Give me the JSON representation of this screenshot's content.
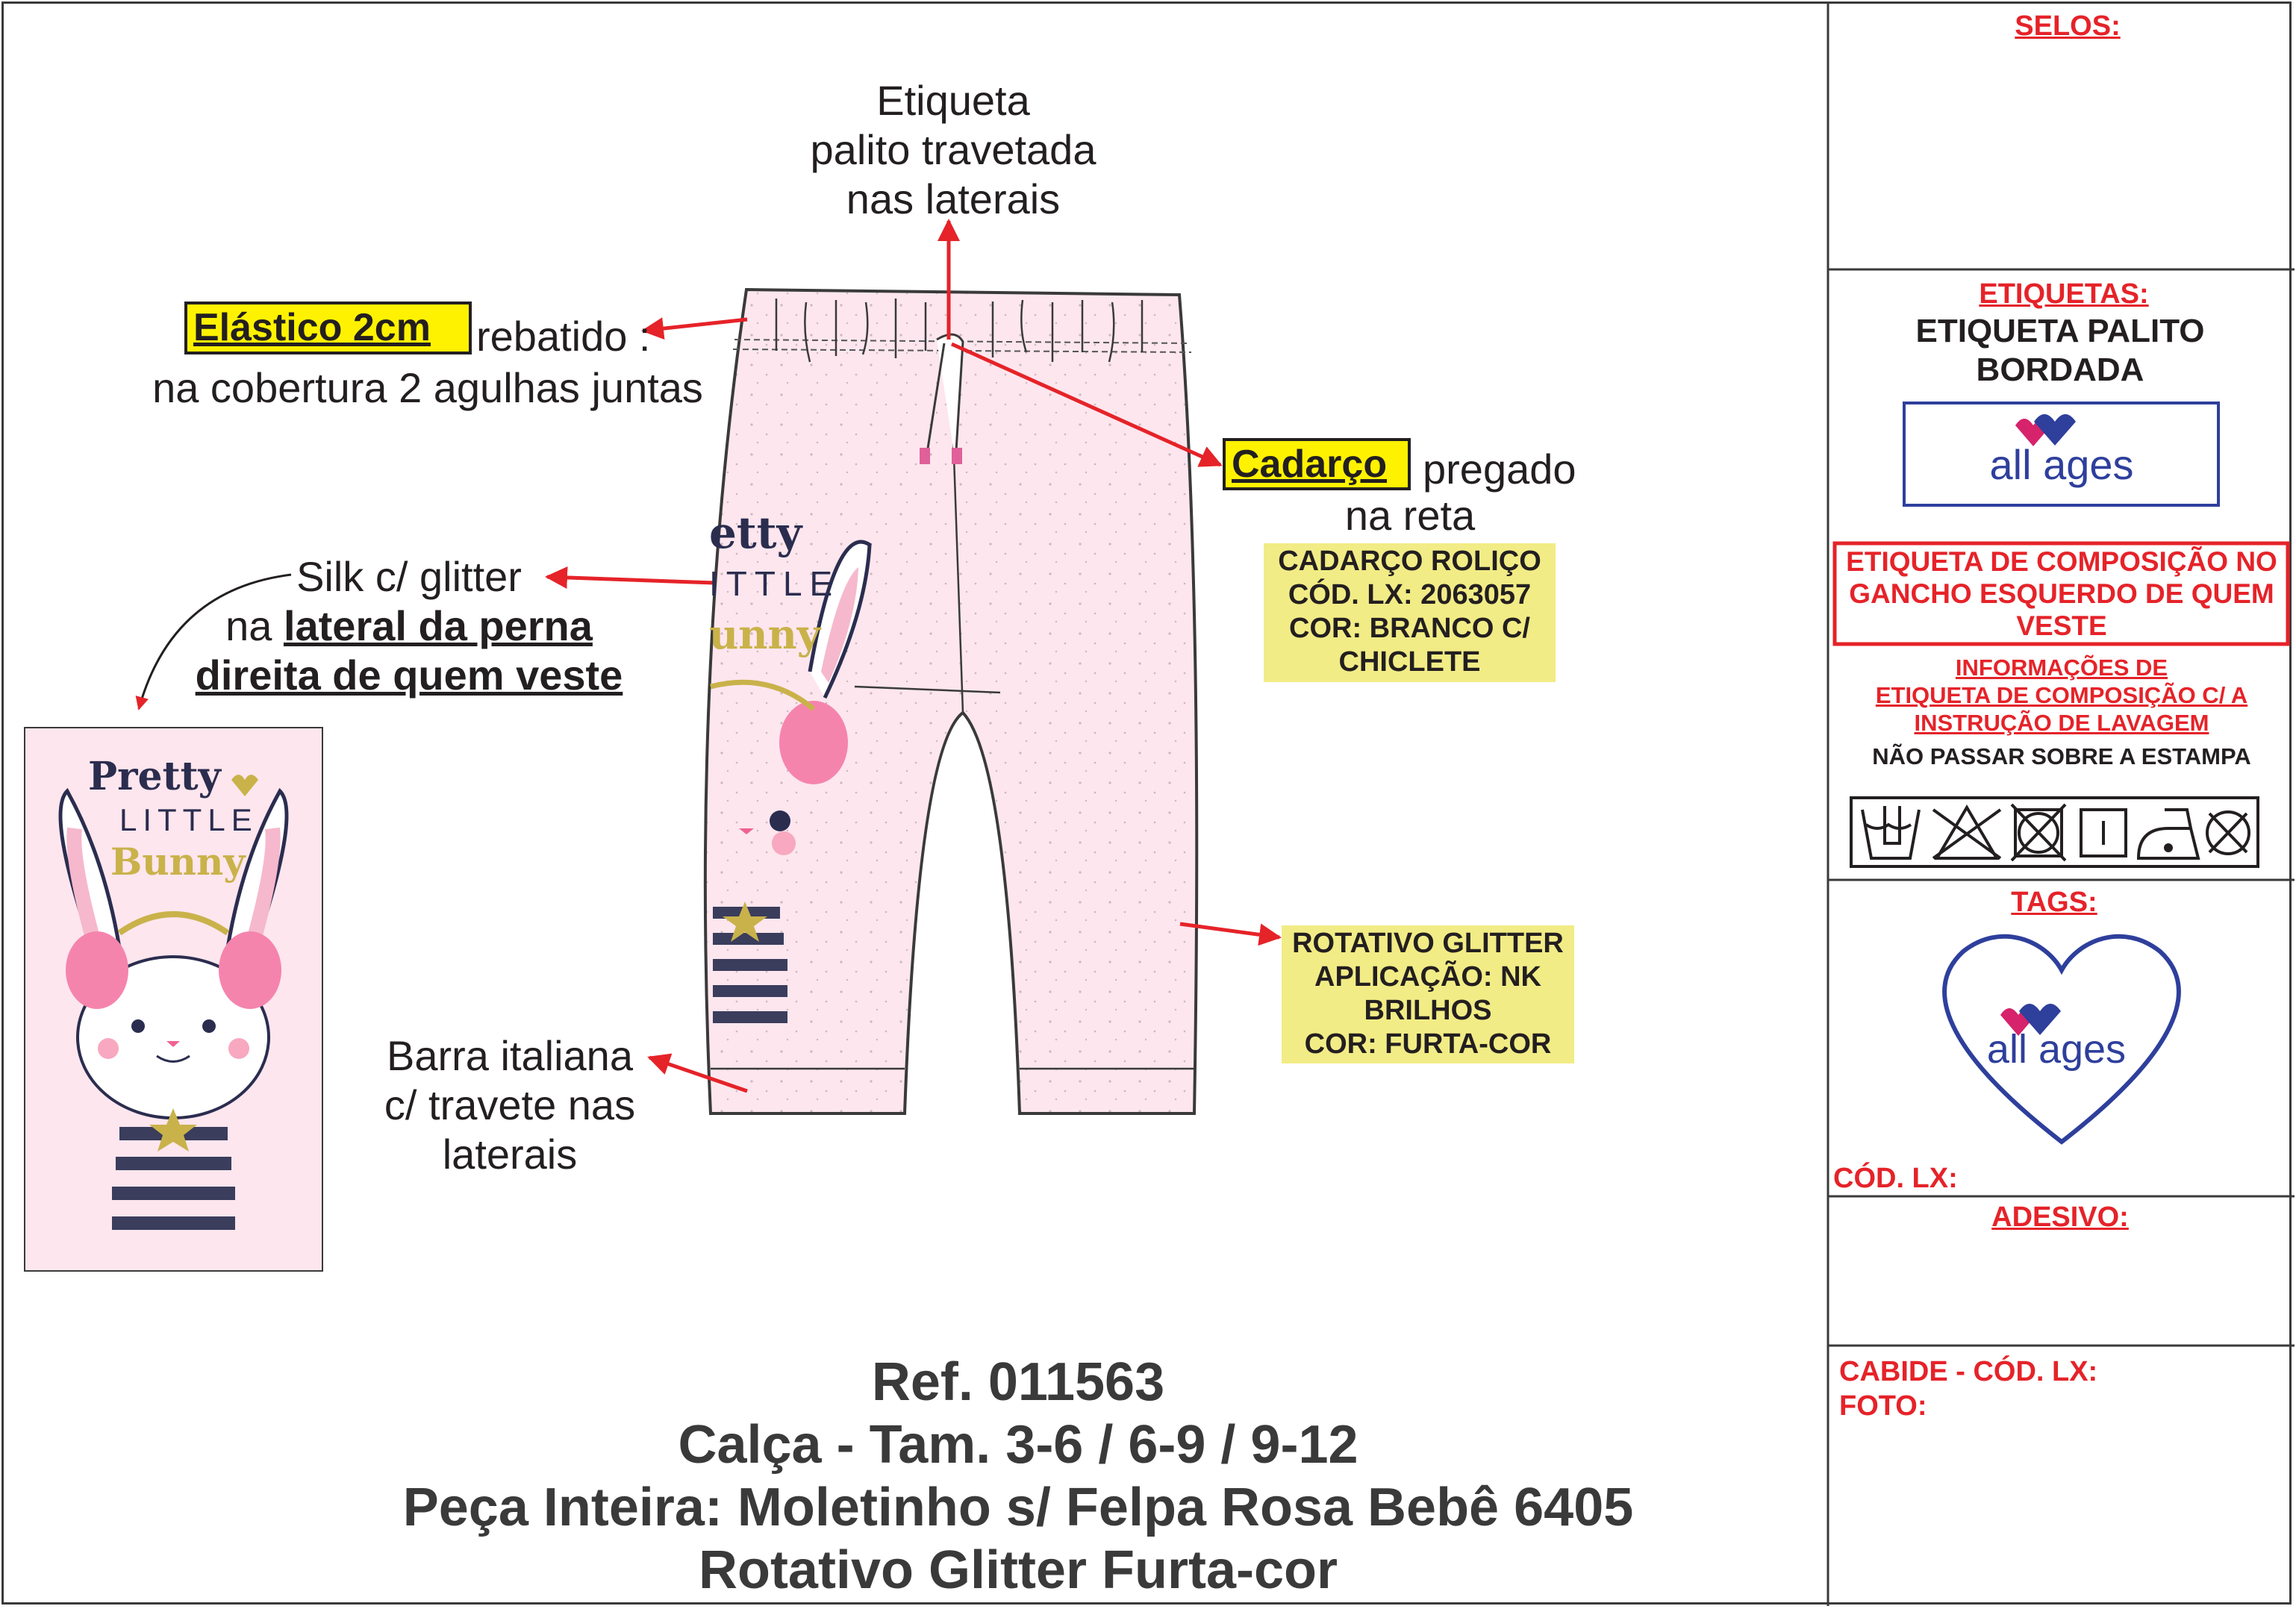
{
  "annotations": {
    "etiqueta_top": [
      "Etiqueta",
      "palito travetada",
      "nas laterais"
    ],
    "elastico_highlight": "Elástico 2cm",
    "elastico_rest": "rebatido :",
    "elastico_line2": "na cobertura 2 agulhas juntas",
    "cadarco_highlight": "Cadarço",
    "cadarco_rest": "pregado",
    "cadarco_line2": "na reta",
    "cadarco_box": [
      "CADARÇO ROLIÇO",
      "CÓD. LX: 2063057",
      "COR: BRANCO C/",
      "CHICLETE"
    ],
    "silk_line1": "Silk c/ glitter",
    "silk_line2_pre": "na ",
    "silk_line2_u": "lateral da perna",
    "silk_line3": "direita de quem veste",
    "rotativo_box": [
      "ROTATIVO GLITTER",
      "APLICAÇÃO: NK",
      "BRILHOS",
      "COR: FURTA-COR"
    ],
    "barra": [
      "Barra italiana",
      "c/ travete nas",
      "laterais"
    ]
  },
  "artwork": {
    "line1": "Pretty",
    "line2": "LITTLE",
    "line3": "Bunny",
    "pants_print": [
      "etty",
      "ITTLE",
      "unny"
    ]
  },
  "title_block": [
    "Ref. 011563",
    "Calça - Tam. 3-6 / 6-9 / 9-12",
    "Peça Inteira: Moletinho s/ Felpa Rosa Bebê 6405",
    "Rotativo Glitter Furta-cor"
  ],
  "right_panel": {
    "selos": "SELOS:",
    "etiquetas": "ETIQUETAS:",
    "etiqueta_desc": [
      "ETIQUETA PALITO",
      "BORDADA"
    ],
    "brand_logo": "all ages",
    "composicao_box": [
      "ETIQUETA DE COMPOSIÇÃO NO",
      "GANCHO ESQUERDO DE QUEM",
      "VESTE"
    ],
    "informacoes": [
      "INFORMAÇÕES DE",
      "ETIQUETA DE COMPOSIÇÃO C/ A",
      "INSTRUÇÃO DE LAVAGEM"
    ],
    "warning": "NÃO PASSAR SOBRE A ESTAMPA",
    "care_symbols": [
      "hand-wash-icon",
      "no-bleach-icon",
      "no-tumble-dry-icon",
      "line-dry-icon",
      "iron-low-icon",
      "no-dry-clean-icon"
    ],
    "tags": "TAGS:",
    "cod_lx": "CÓD. LX:",
    "adesivo": "ADESIVO:",
    "cabide": "CABIDE - CÓD. LX:",
    "foto": "FOTO:"
  },
  "colors": {
    "accent_red": "#e52329",
    "highlight_yellow": "#fff200",
    "note_yellow": "#f2ec86",
    "fabric_pink": "#fde6ee",
    "brand_blue": "#2e3f9c",
    "brand_pink": "#d6236b"
  }
}
